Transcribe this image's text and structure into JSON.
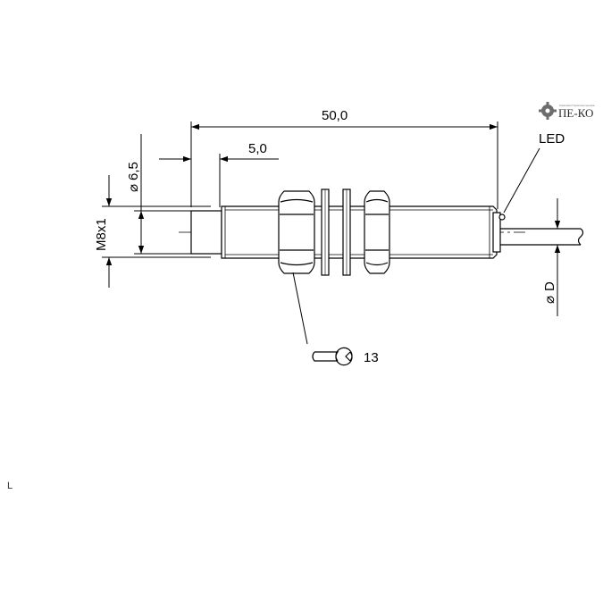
{
  "logo": {
    "text": "ПЕ-КО",
    "tagline": "Компания Промэлектроника"
  },
  "dimensions": {
    "length_total": "50,0",
    "length_sensing": "5,0",
    "thread": "M8x1",
    "diameter_face": "6,5",
    "diameter_cable": "D",
    "diameter_symbol": "⌀"
  },
  "labels": {
    "led": "LED",
    "wrench_size": "13"
  },
  "stray_mark": "L"
}
